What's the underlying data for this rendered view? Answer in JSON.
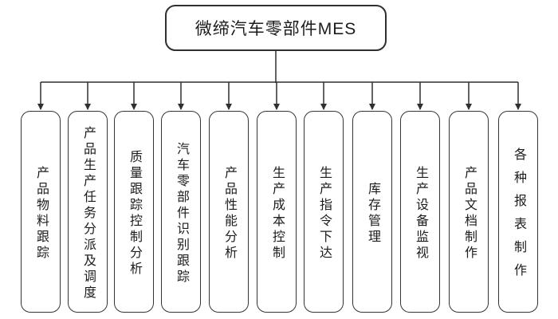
{
  "diagram": {
    "root": {
      "label": "微缔汽车零部件MES"
    },
    "children": [
      {
        "label": "产品物料跟踪"
      },
      {
        "label": "产品生产任务分派及调度"
      },
      {
        "label": "质量跟踪控制分析"
      },
      {
        "label": "汽车零部件识别跟踪"
      },
      {
        "label": "产品性能分析"
      },
      {
        "label": "生产成本控制"
      },
      {
        "label": "生产指令下达"
      },
      {
        "label": "库存管理"
      },
      {
        "label": "生产设备监视"
      },
      {
        "label": "产品文档制作"
      },
      {
        "label": "各种报表制作"
      }
    ],
    "colors": {
      "line": "#2f2f2f",
      "node_border": "#343434",
      "text": "#1c1c1c",
      "background": "#ffffff"
    }
  }
}
